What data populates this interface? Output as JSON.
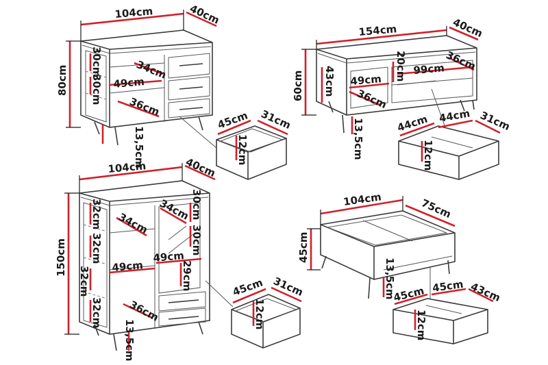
{
  "sideboard": {
    "width": "104cm",
    "depth": "40cm",
    "height": "80cm",
    "shelf_top": "30cm",
    "shelf_mid": "30cm",
    "inner_depth": "34cm",
    "inner_width": "49cm",
    "inner_depth2": "36cm",
    "leg_height": "13,5cm",
    "drawer_width": "45cm",
    "drawer_depth": "31cm",
    "drawer_height": "12cm"
  },
  "tv_bench": {
    "width": "154cm",
    "depth": "40cm",
    "height": "60cm",
    "top_gap": "20cm",
    "inner_width_right": "99cm",
    "inner_depth_right": "36cm",
    "inner_width_left": "49cm",
    "inner_height_left": "43cm",
    "inner_depth_left": "36cm",
    "leg_height": "13,5cm",
    "drawer_width_a": "44cm",
    "drawer_width_b": "44cm",
    "drawer_depth": "31cm",
    "drawer_height": "12cm"
  },
  "highboard": {
    "width": "104cm",
    "depth": "40cm",
    "height": "150cm",
    "shelf_1": "32cm",
    "shelf_2": "32cm",
    "shelf_3": "32cm",
    "shelf_4": "32cm",
    "inner_depth_left": "34cm",
    "inner_depth_right": "34cm",
    "inner_width_left": "49cm",
    "inner_width_right": "49cm",
    "right_shelf_1": "30cm",
    "right_shelf_2": "30cm",
    "right_shelf_3": "29cm",
    "inner_depth_bottom": "36cm",
    "leg_height": "13,5cm",
    "drawer_width": "45cm",
    "drawer_depth": "31cm",
    "drawer_height": "12cm"
  },
  "coffee_table": {
    "width": "104cm",
    "depth": "75cm",
    "height": "45cm",
    "leg_height": "13,5cm",
    "drawer_width_a": "45cm",
    "drawer_width_b": "45cm",
    "drawer_depth": "43cm",
    "drawer_height": "12cm"
  }
}
